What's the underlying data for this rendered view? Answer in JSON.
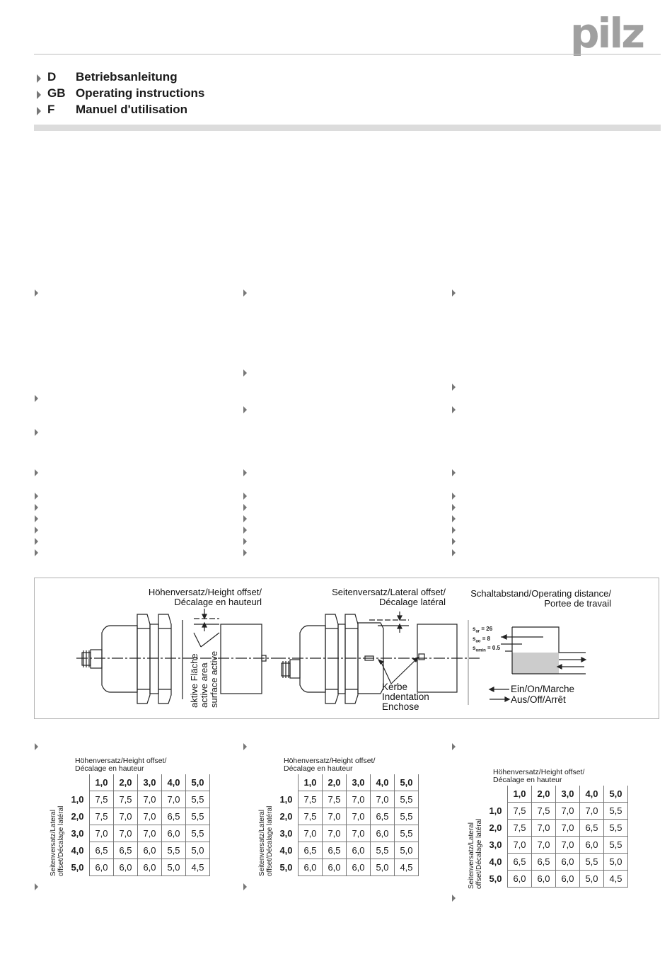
{
  "brand": {
    "logo": "pilz"
  },
  "languages": [
    {
      "code": "D",
      "label": "Betriebsanleitung"
    },
    {
      "code": "GB",
      "label": "Operating instructions"
    },
    {
      "code": "F",
      "label": "Manuel d'utilisation"
    }
  ],
  "diagram": {
    "height_offset_title": "Höhenversatz/Height offset/",
    "height_offset_title2": "Décalage en hauteurl",
    "lateral_offset_title": "Seitenversatz/Lateral offset/",
    "lateral_offset_title2": "Décalage latéral",
    "operating_distance_title": "Schaltabstand/Operating distance/",
    "operating_distance_title2": "Portee de travail",
    "active_area_de": "aktive Fläche",
    "active_area_en": "active area",
    "active_area_fr": "surface active",
    "notch_de": "Kerbe",
    "notch_en": "Indentation",
    "notch_fr": "Enchose",
    "sar": "s",
    "sar_sub": "ar",
    "sar_val": "= 26",
    "sao": "s",
    "sao_sub": "ao",
    "sao_val": "= 8",
    "somin": "s",
    "somin_sub": "omin",
    "somin_val": "= 0.5",
    "on_label": "Ein/On/Marche",
    "off_label": "Aus/Off/Arrêt"
  },
  "offset_table": {
    "caption_line1": "Höhenversatz/Height offset/",
    "caption_line2": "Décalage en hauteur",
    "side_label_line1": "Seitenversatz/Lateral",
    "side_label_line2": "offset/Décalage latéral",
    "columns": [
      "1,0",
      "2,0",
      "3,0",
      "4,0",
      "5,0"
    ],
    "rows": [
      {
        "label": "1,0",
        "values": [
          "7,5",
          "7,5",
          "7,0",
          "7,0",
          "5,5"
        ]
      },
      {
        "label": "2,0",
        "values": [
          "7,5",
          "7,0",
          "7,0",
          "6,5",
          "5,5"
        ]
      },
      {
        "label": "3,0",
        "values": [
          "7,0",
          "7,0",
          "7,0",
          "6,0",
          "5,5"
        ]
      },
      {
        "label": "4,0",
        "values": [
          "6,5",
          "6,5",
          "6,0",
          "5,5",
          "5,0"
        ]
      },
      {
        "label": "5,0",
        "values": [
          "6,0",
          "6,0",
          "6,0",
          "5,0",
          "4,5"
        ]
      }
    ]
  }
}
